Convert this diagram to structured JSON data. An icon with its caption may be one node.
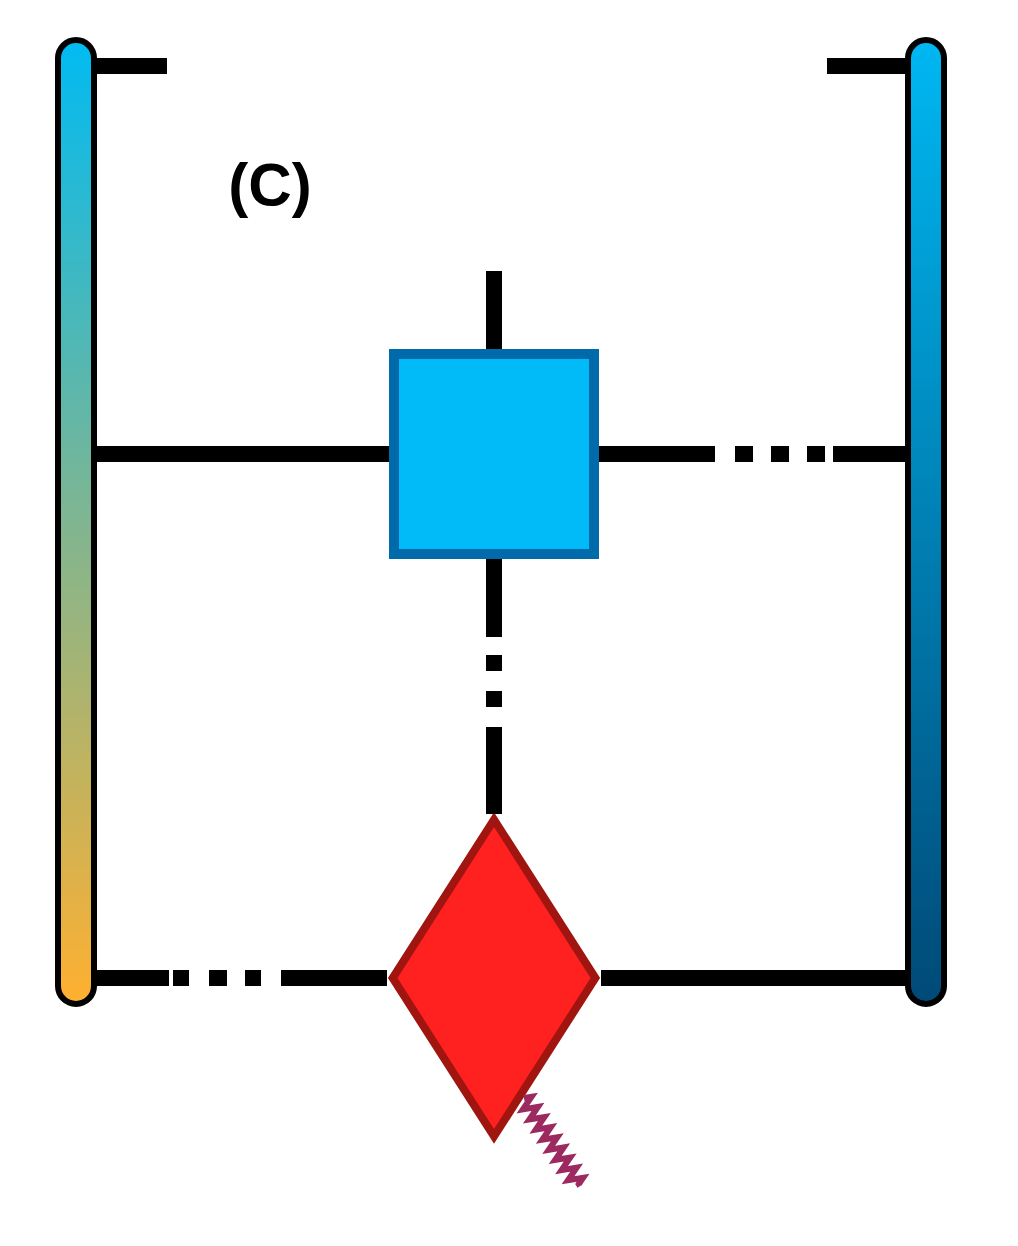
{
  "diagram": {
    "nodes": [
      {
        "text": [],
        "shape": "bar"
      },
      {
        "text": [],
        "shape": "bar"
      },
      {
        "text": [],
        "shape": "box"
      },
      {
        "text": [],
        "shape": "diamond"
      }
    ],
    "edges": [
      {
        "from": 0,
        "to": 2,
        "arrow": "none"
      },
      {
        "from": 2,
        "to": 1,
        "arrow": "none",
        "style": "dashed"
      },
      {
        "from": 2,
        "to": 3,
        "arrow": "none",
        "style": "dashed"
      },
      {
        "from": 0,
        "to": 3,
        "arrow": "none",
        "style": "dashed"
      },
      {
        "from": 3,
        "to": 1,
        "arrow": "none"
      },
      {
        "from": 0,
        "to": null,
        "arrow": "none"
      },
      {
        "from": 1,
        "to": null,
        "arrow": "none"
      },
      {
        "from": 2,
        "to": null,
        "arrow": "none"
      }
    ],
    "labels": [
      "(C)"
    ]
  }
}
